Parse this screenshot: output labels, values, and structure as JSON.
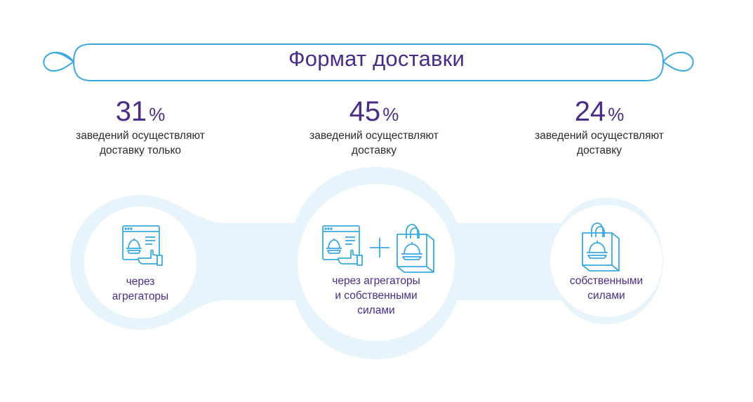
{
  "title": "Формат доставки",
  "stats": [
    {
      "value": "31",
      "unit": "%",
      "line1": "заведений осуществляют",
      "line2": "доставку только"
    },
    {
      "value": "45",
      "unit": "%",
      "line1": "заведений осуществляют",
      "line2": "доставку"
    },
    {
      "value": "24",
      "unit": "%",
      "line1": "заведений осуществляют",
      "line2": "доставку"
    }
  ],
  "options": [
    {
      "line1": "через",
      "line2": "агрегаторы",
      "line3": ""
    },
    {
      "line1": "через агрегаторы",
      "line2": "и собственными",
      "line3": "силами"
    },
    {
      "line1": "собственными",
      "line2": "силами",
      "line3": ""
    }
  ],
  "icons": [
    "aggregator-app-icon",
    "plus-icon",
    "delivery-bag-icon"
  ],
  "colors": {
    "accent": "#4a2d86",
    "line": "#3aa9e0",
    "halo": "#e8f4fc"
  }
}
